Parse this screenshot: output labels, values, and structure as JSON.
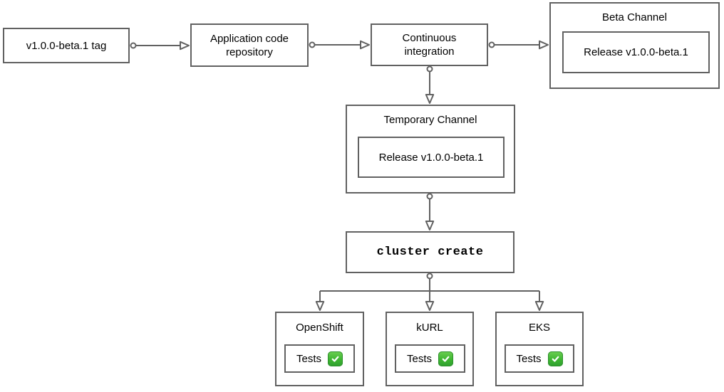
{
  "diagram": {
    "type": "flowchart",
    "nodes": {
      "tag_label": "v1.0.0-beta.1 tag",
      "repo_label": "Application code repository",
      "ci_label": "Continuous integration",
      "beta_channel_title": "Beta Channel",
      "beta_release_label": "Release v1.0.0-beta.1",
      "temp_channel_title": "Temporary Channel",
      "temp_release_label": "Release v1.0.0-beta.1",
      "cluster_create_label": "cluster create"
    },
    "clusters": [
      {
        "title": "OpenShift",
        "tests_label": "Tests",
        "status_icon": "check-passed"
      },
      {
        "title": "kURL",
        "tests_label": "Tests",
        "status_icon": "check-passed"
      },
      {
        "title": "EKS",
        "tests_label": "Tests",
        "status_icon": "check-passed"
      }
    ],
    "colors": {
      "stroke": "#616161",
      "text": "#000000",
      "check_green": "#3db531",
      "background": "#ffffff"
    }
  }
}
